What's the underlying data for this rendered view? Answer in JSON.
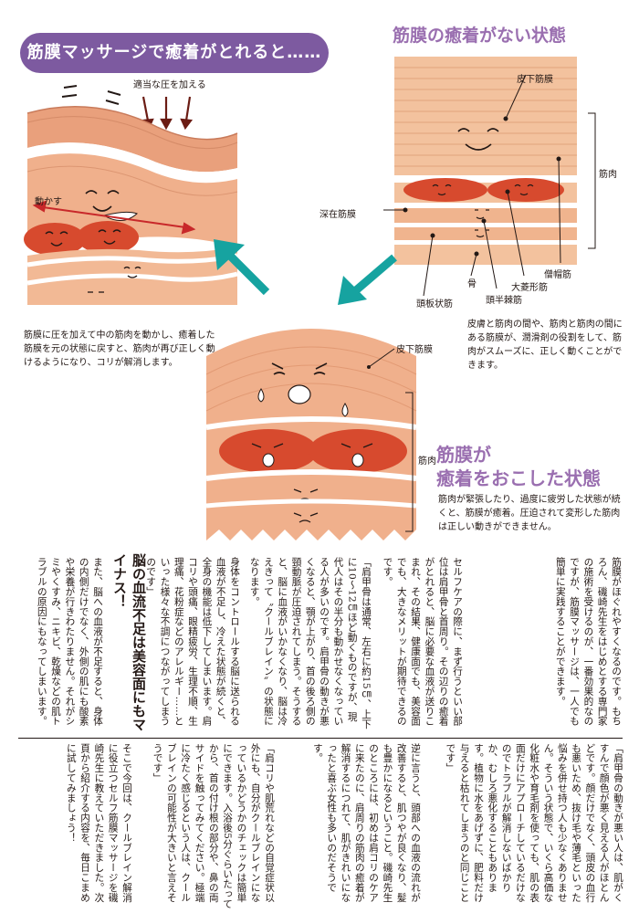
{
  "banner": "筋膜マッサージで癒着がとれると……",
  "healthy": {
    "title": "筋膜の癒着がない状態",
    "labels": {
      "skin": "皮下筋膜",
      "deep": "深在筋膜",
      "muscle": "筋肉",
      "trapezius": "僧帽筋",
      "rhomboid": "大菱形筋",
      "semispinalis": "頭半棘筋",
      "splenius": "頭板状筋",
      "bone": "骨"
    },
    "caption": "皮膚と筋肉の間や、筋肉と筋肉の間にある筋膜が、潤滑剤の役割をして、筋肉がスムーズに、正しく動くことができます。"
  },
  "massage": {
    "press_label": "適当な圧を加える",
    "move_label": "動かす",
    "caption": "筋膜に圧を加えて中の筋肉を動かし、癒着した筋膜を元の状態に戻すと、筋肉が再び正しく動けるようになり、コリが解消します。"
  },
  "adhesion": {
    "title_line1": "筋膜が",
    "title_line2": "癒着をおこした状態",
    "labels": {
      "skin": "皮下筋膜",
      "muscle": "筋肉"
    },
    "caption": "筋肉が緊張したり、過度に疲労した状態が続くと、筋膜が癒着。圧迫されて変形した筋肉は正しい動きができません。"
  },
  "article": {
    "top_columns": [
      "筋膜がほぐれやすくなるのです。もちろん、磯崎先生をはじめとする専門家の施術を受けるのが、一番効果的なのですが、筋膜マッサージは、一人でも簡単に実践することができます。",
      "セルフケアの際に、まず行うといい部位は肩甲骨と首周り。その辺りの癒着がとれると、脳に必要な血液が送りこまれ、その結果、健康面でも、美容面でも、大きなメリットが期待できるのです。",
      "「肩甲骨は通常、左右に約15㎝、上下に10〜12㎝ほど動くものですが、現代人はその半分も動かせなくなっている人が多いのです。肩甲骨の動きが悪くなると、顎が上がり、首の後ろ側の頸動脈が圧迫されてしまう。そうすると、脳に血液がいかなくなり、脳は冷えきって〝クールブレイン〟の状態になります。",
      "身体をコントロールする脳に送られる血液が不足し、冷えた状態が続くと、全身の機能は低下してしまいます。肩コリや頭痛、眼精疲労、生理不順、生理痛、花粉症などのアレルギー……といった様々な不調につながってしまうのです」"
    ],
    "heading": "脳の血流不足は美容面にもマイナス！",
    "heading_column": "また、脳への血液が不足すると、身体の内側だけでなく、外側の肌にも酸素や栄養が行きわたりません。それがシミやくすみ、ニキビ、乾燥などの肌トラブルの原因にもなってしまいます。",
    "bottom_columns": [
      "「肩甲骨の動きが悪い人は、肌がくすんで顔色が悪く見える人がほとんどです。顔だけでなく、頭皮の血行も悪いため、抜け毛や薄毛といった悩みを併せ持つ人も少なくありません。そういう状態で、いくら高価な化粧水や育毛剤を使っても、肌の表面だけにアプローチしているだけなのでトラブルが解消しないばかりか、むしろ悪化することもあります。植物に水をあげずに、肥料だけ与えると枯れてしまうのと同じことです」",
      "逆に言うと、頭部への血液の流れが改善すると、肌つやが良くなり、髪も豊かになるということ。磯崎先生のところには、初めは肩コリのケアに来たのに、肩周りの筋肉の癒着が解消するにつれて、肌がきれいになったと喜ぶ女性も多いのだそうです。",
      "「肩コリや肌荒れなどの自覚症状以外にも、自分がクールブレインになっているかどうかのチェックは簡単にできます。入浴後5分ぐらいたってから、首の付け根の部分や、鼻の両サイドを触ってみてください。極端に冷たく感じるという人は、クールブレインの可能性が大きいと言えそうです」",
      "そこで今回は、クールブレイン解消に役立つセルフ筋膜マッサージを磯崎先生に教えていただきました。次頁から紹介する内容を、毎日こまめに試してみましょう！"
    ]
  }
}
